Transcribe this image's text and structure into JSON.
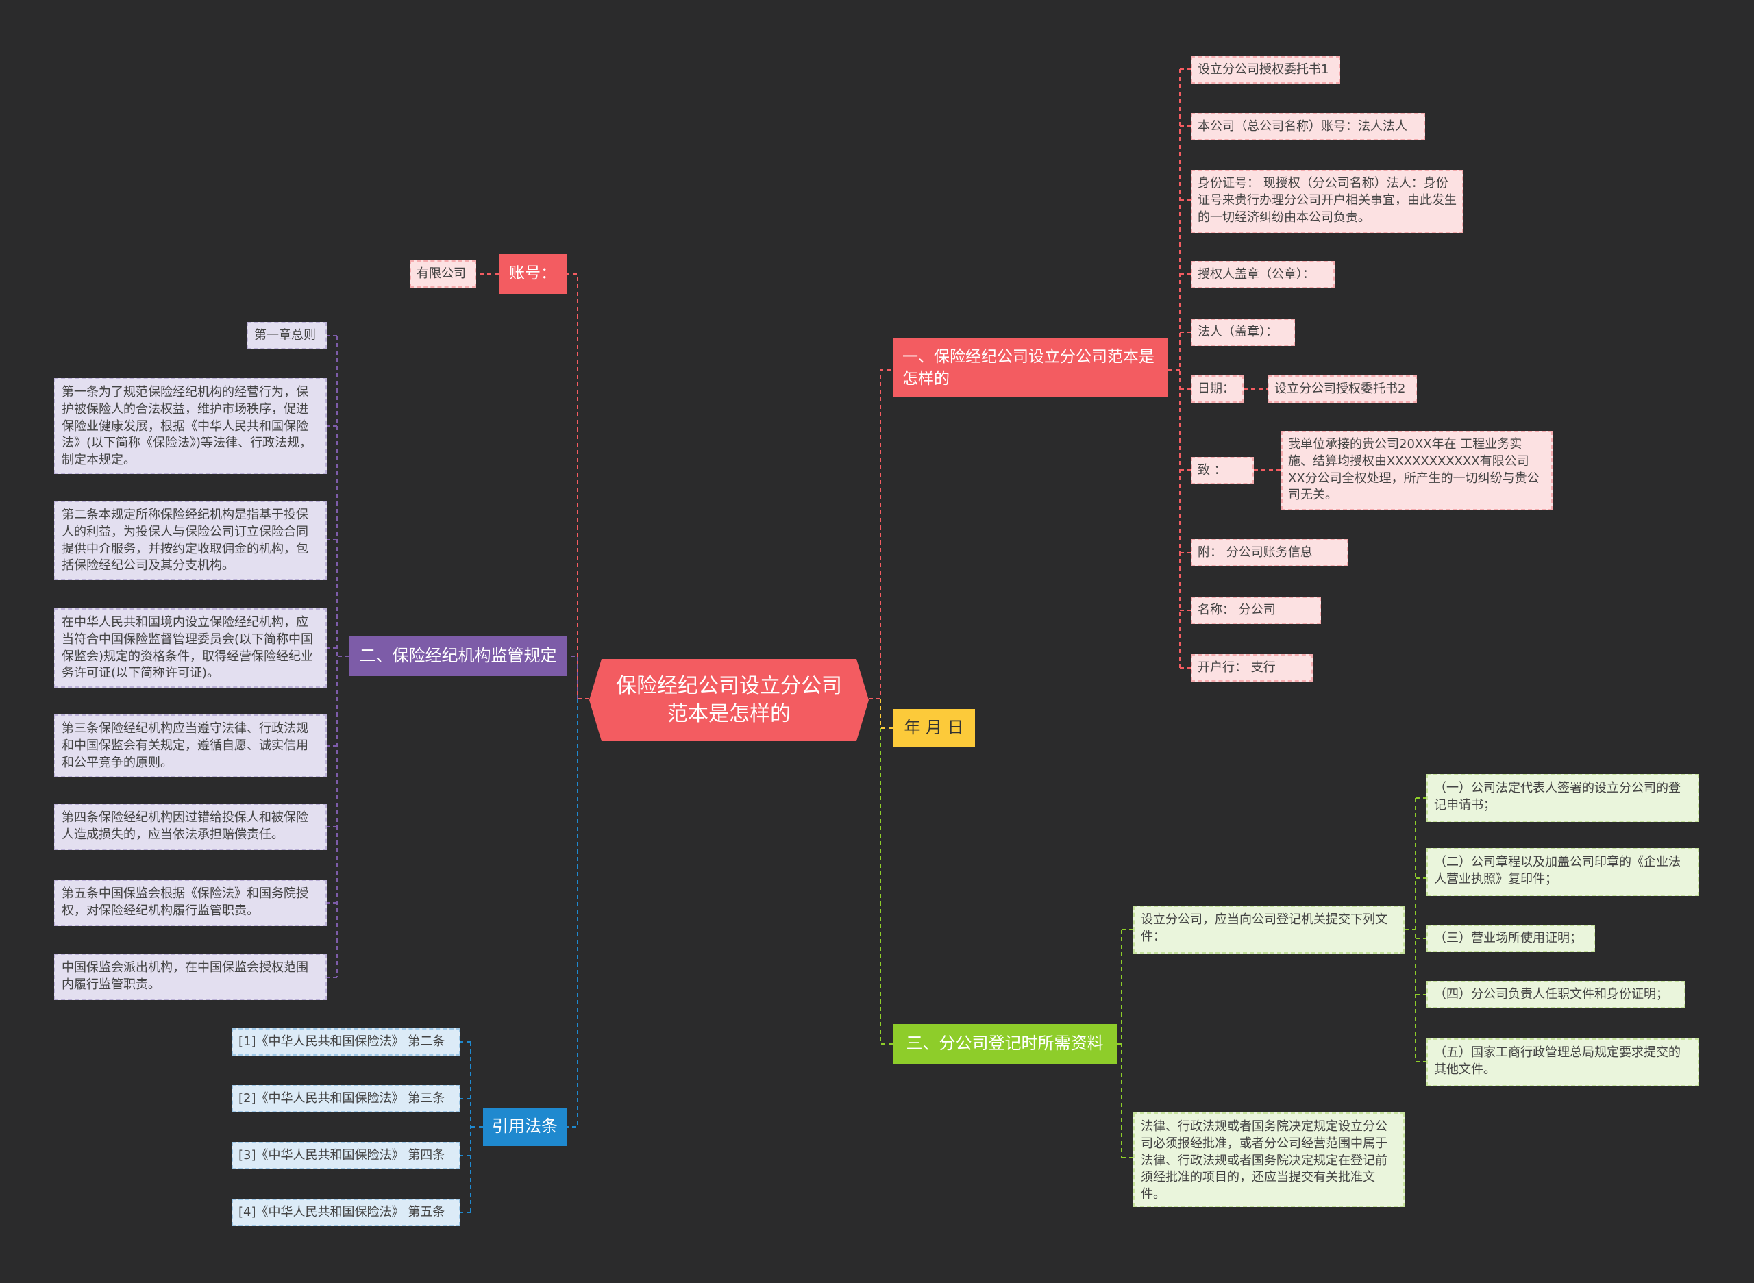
{
  "root": "保险经纪公司设立分公司范本是怎样的",
  "branch1": {
    "title": "一、保险经纪公司设立分公司范本是怎样的",
    "items": [
      "设立分公司授权委托书1",
      "本公司（总公司名称）账号：法人法人",
      "身份证号：  现授权（分公司名称）法人：身份证号来贵行办理分公司开户相关事宜，由此发生的一切经济纠纷由本公司负责。",
      "授权人盖章（公章）：",
      "法人（盖章）：",
      "日期：",
      "致      ：",
      "附：      分公司账务信息",
      "名称：          分公司",
      "开户行：        支行"
    ],
    "date_child": "设立分公司授权委托书2",
    "to_child": "我单位承接的贵公司20XX年在          工程业务实施、结算均授权由XXXXXXXXXXX有限公司XX分公司全权处理，所产生的一切纠纷与贵公司无关。"
  },
  "branch_date": {
    "title": "年 月 日"
  },
  "branch3": {
    "title": "三、分公司登记时所需资料",
    "sub1": "设立分公司，应当向公司登记机关提交下列文件：",
    "sub1_items": [
      "（一）公司法定代表人签署的设立分公司的登记申请书；",
      "（二）公司章程以及加盖公司印章的《企业法人营业执照》复印件；",
      "（三）营业场所使用证明；",
      "（四）分公司负责人任职文件和身份证明；",
      "（五）国家工商行政管理总局规定要求提交的其他文件。"
    ],
    "sub2": "法律、行政法规或者国务院决定规定设立分公司必须报经批准，或者分公司经营范围中属于法律、行政法规或者国务院决定规定在登记前须经批准的项目的，还应当提交有关批准文件。"
  },
  "account": {
    "title": "账号：",
    "child": "有限公司"
  },
  "branch2": {
    "title": "二、保险经纪机构监管规定",
    "items": [
      "第一章总则",
      "第一条为了规范保险经纪机构的经营行为，保护被保险人的合法权益，维护市场秩序，促进保险业健康发展，根据《中华人民共和国保险法》(以下简称《保险法》)等法律、行政法规，制定本规定。",
      "第二条本规定所称保险经纪机构是指基于投保人的利益，为投保人与保险公司订立保险合同提供中介服务，并按约定收取佣金的机构，包括保险经纪公司及其分支机构。",
      "在中华人民共和国境内设立保险经纪机构，应当符合中国保险监督管理委员会(以下简称中国保监会)规定的资格条件，取得经营保险经纪业务许可证(以下简称许可证)。",
      "第三条保险经纪机构应当遵守法律、行政法规和中国保监会有关规定，遵循自愿、诚实信用和公平竞争的原则。",
      "第四条保险经纪机构因过错给投保人和被保险人造成损失的，应当依法承担赔偿责任。",
      "第五条中国保监会根据《保险法》和国务院授权，对保险经纪机构履行监管职责。",
      "中国保监会派出机构，在中国保监会授权范围内履行监管职责。"
    ]
  },
  "laws": {
    "title": "引用法条",
    "items": [
      "[1]《中华人民共和国保险法》 第二条",
      "[2]《中华人民共和国保险法》 第三条",
      "[3]《中华人民共和国保险法》 第四条",
      "[4]《中华人民共和国保险法》 第五条"
    ]
  },
  "colors": {
    "background": "#2b2b2c",
    "red": "#f35c61",
    "yellow": "#fcca3a",
    "green": "#8ecd2a",
    "purple": "#7d5ca8",
    "blue": "#1f89cf"
  }
}
